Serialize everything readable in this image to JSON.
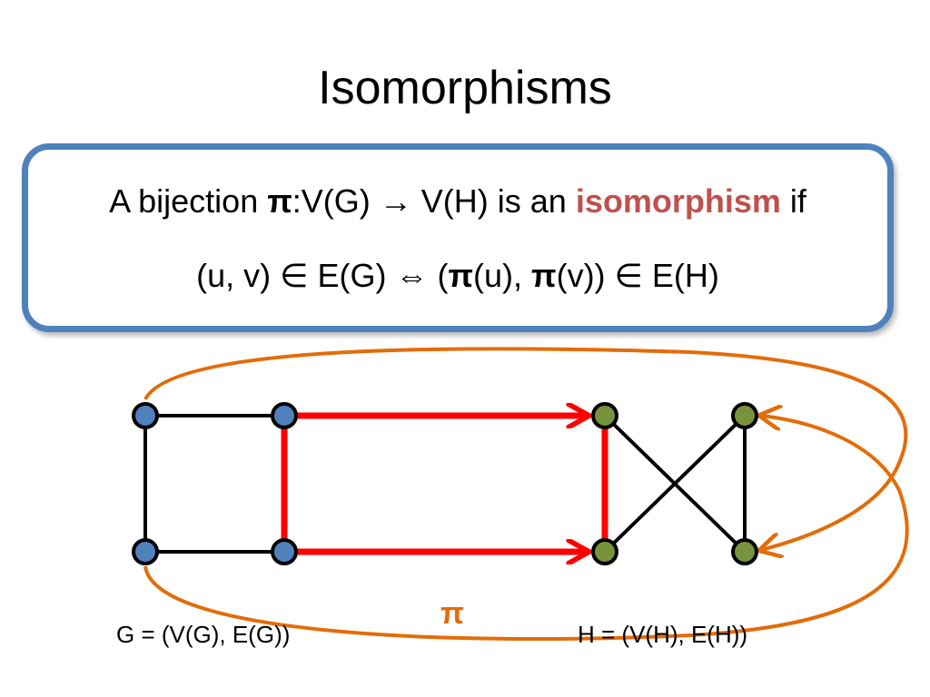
{
  "slide": {
    "title": "Isomorphisms"
  },
  "definition": {
    "line1_pre": "A bijection ",
    "line1_pi": "π",
    "line1_map": ":V(G) → V(H) is an ",
    "line1_term": "isomorphism",
    "line1_post": " if",
    "line2_a": "(u, v) ∈ E(G)  ⇔ (",
    "line2_pi1": "π",
    "line2_b": "(u), ",
    "line2_pi2": "π",
    "line2_c": "(v)) ∈ E(H)"
  },
  "diagram": {
    "pi_label": "π",
    "graph_g_label": "G = (V(G), E(G))",
    "graph_h_label": "H = (V(H), E(H))"
  },
  "colors": {
    "box_border": "#4f81bd",
    "term": "#c0504d",
    "g_vertex": "#4f81bd",
    "h_vertex": "#77933c",
    "mapping_edge": "#ff0000",
    "pi_arrow": "#e36c09"
  }
}
